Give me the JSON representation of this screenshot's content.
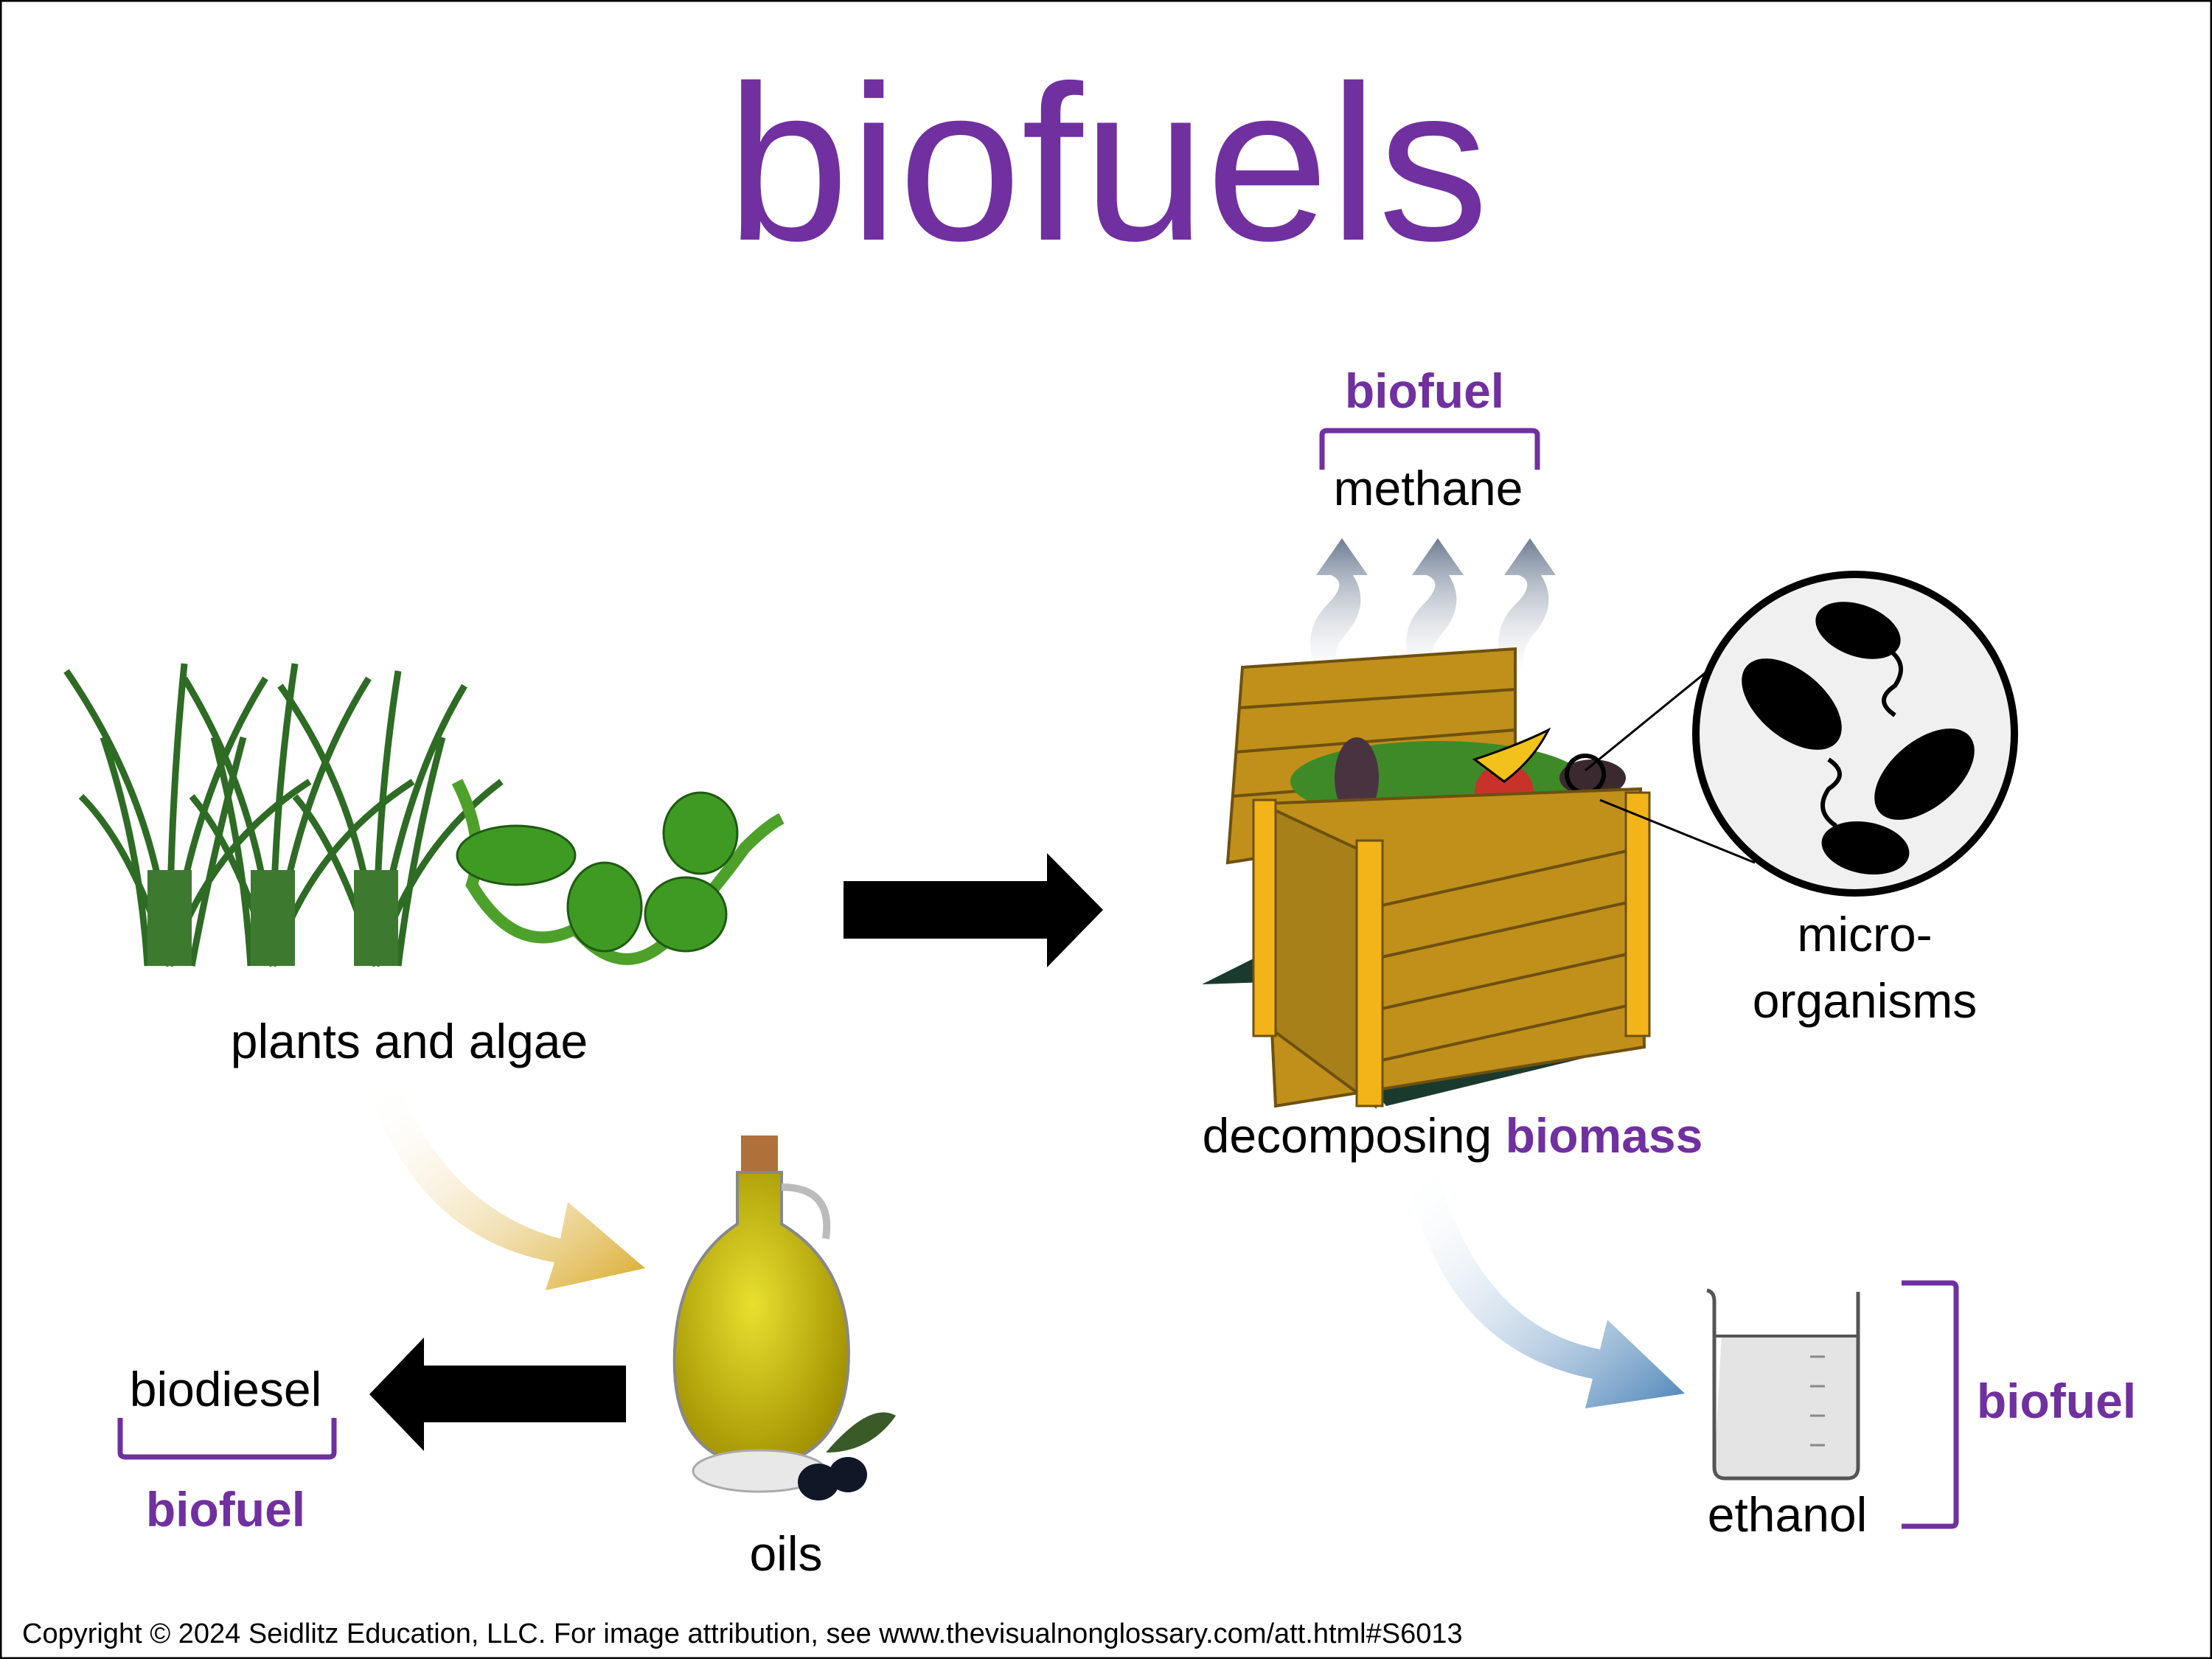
{
  "title": "biofuels",
  "labels": {
    "plants": "plants and algae",
    "decomposing": "decomposing ",
    "biomass": "biomass",
    "methane": "methane",
    "methane_tag": "biofuel",
    "micro_line1": "micro-",
    "micro_line2": "organisms",
    "oils": "oils",
    "biodiesel": "biodiesel",
    "biodiesel_tag": "biofuel",
    "ethanol": "ethanol",
    "ethanol_tag": "biofuel"
  },
  "footer": "Copyright © 2024 Seidlitz Education, LLC.  For image attribution, see www.thevisualnonglossary.com/att.html#S6013",
  "colors": {
    "accent": "#7030A0",
    "arrow": "#000000"
  }
}
